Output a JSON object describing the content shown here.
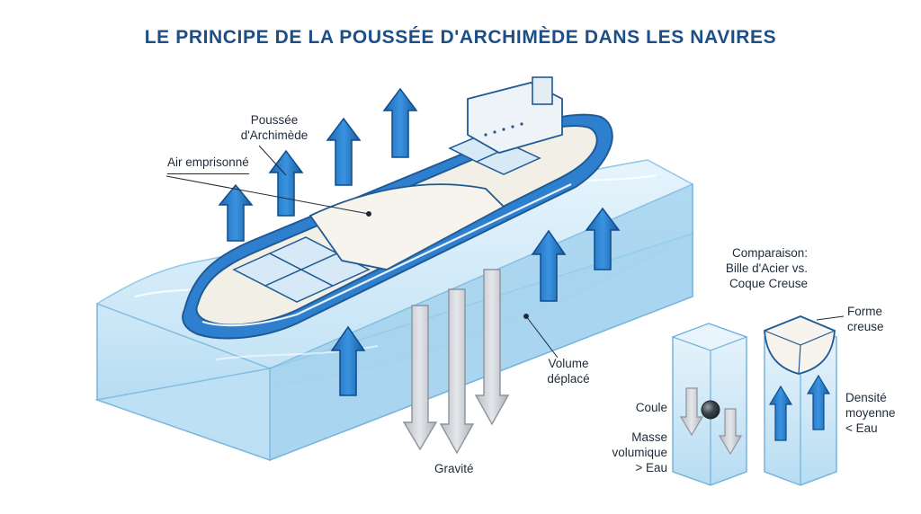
{
  "title": "LE PRINCIPE DE LA POUSSÉE D'ARCHIMÈDE DANS LES NAVIRES",
  "labels": {
    "buoyancy_l1": "Poussée",
    "buoyancy_l2": "d'Archimède",
    "trapped_air": "Air emprisonné",
    "gravity": "Gravité",
    "displaced_l1": "Volume",
    "displaced_l2": "déplacé",
    "comparison_l1": "Comparaison:",
    "comparison_l2": "Bille d'Acier vs.",
    "comparison_l3": "Coque Creuse",
    "hollow_l1": "Forme",
    "hollow_l2": "creuse",
    "sinks": "Coule",
    "steel_l1": "Masse",
    "steel_l2": "volumique",
    "steel_l3": "> Eau",
    "avg_l1": "Densité",
    "avg_l2": "moyenne",
    "avg_l3": "< Eau"
  },
  "colors": {
    "title": "#1d4f86",
    "water": "#bfe1f5",
    "water_dark": "#8fc7e8",
    "arrow_up": "#1b73c4",
    "arrow_down": "#c8cdd3",
    "hull": "#2f7fcf",
    "deck": "#f1efe6",
    "outline": "#1f5a96"
  },
  "icons": [
    "buoyancy-arrow-up-icon",
    "gravity-arrow-down-icon",
    "steel-ball-icon",
    "hollow-hull-icon"
  ]
}
